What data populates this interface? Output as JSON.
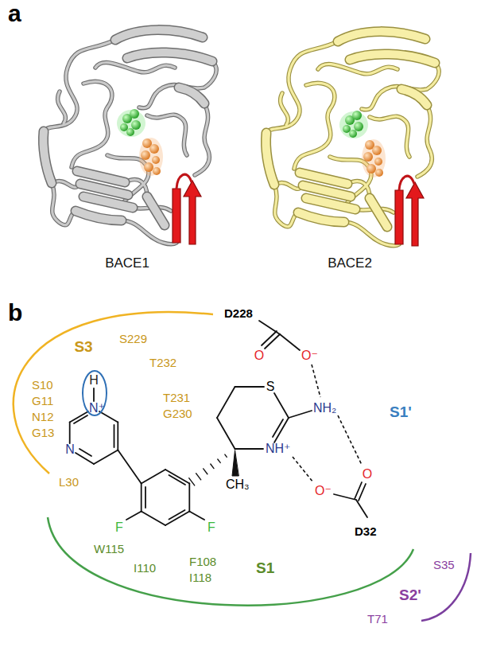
{
  "diagram": {
    "labels": [
      "a",
      "BACE1",
      "BACE2",
      "b",
      "D228",
      "O",
      "O⁻",
      "S3",
      "S229",
      "T232",
      "H",
      "N⁺",
      "S",
      "NH₂",
      "S1'",
      "T231",
      "G230",
      "S10",
      "G11",
      "N12",
      "G13",
      "N",
      "NH⁺",
      "L30",
      "CH₃",
      "O⁻",
      "O",
      "F",
      "F",
      "W115",
      "D32",
      "I110",
      "F108",
      "I118",
      "S1",
      "S35",
      "S2'",
      "T71"
    ]
  }
}
